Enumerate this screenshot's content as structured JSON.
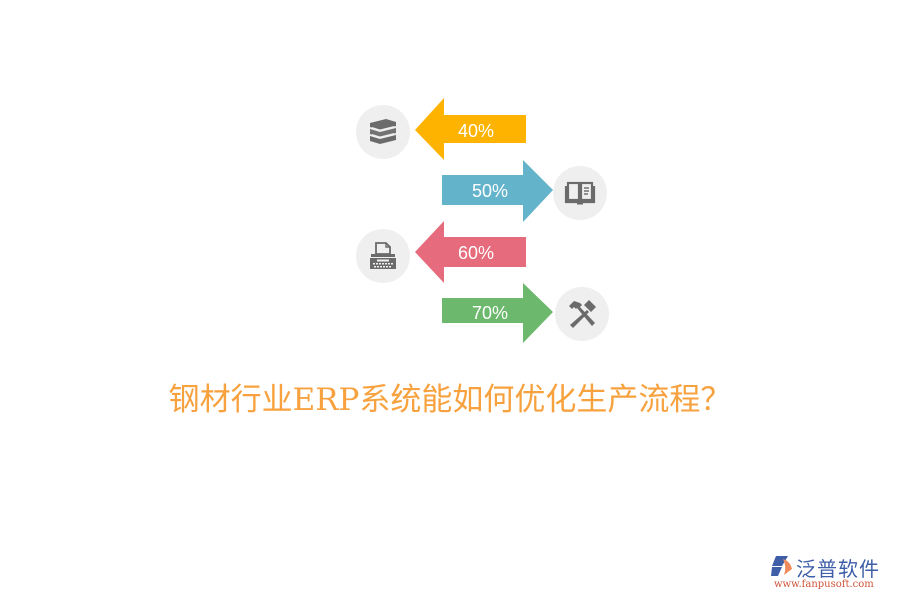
{
  "diagram": {
    "items": [
      {
        "label": "40%",
        "direction": "left",
        "color": "#fdb300",
        "icon": "books-icon"
      },
      {
        "label": "50%",
        "direction": "right",
        "color": "#63b3cb",
        "icon": "open-book-icon"
      },
      {
        "label": "60%",
        "direction": "left",
        "color": "#e66b7c",
        "icon": "typewriter-icon"
      },
      {
        "label": "70%",
        "direction": "right",
        "color": "#6cb86c",
        "icon": "hammers-icon"
      }
    ],
    "icon_bg": "#efefef",
    "icon_color": "#6b6b6b"
  },
  "title": {
    "text": "钢材行业ERP系统能如何优化生产流程？",
    "color": "#f7a23e"
  },
  "logo": {
    "name": "泛普软件",
    "url": "www.fanpusoft.com"
  }
}
